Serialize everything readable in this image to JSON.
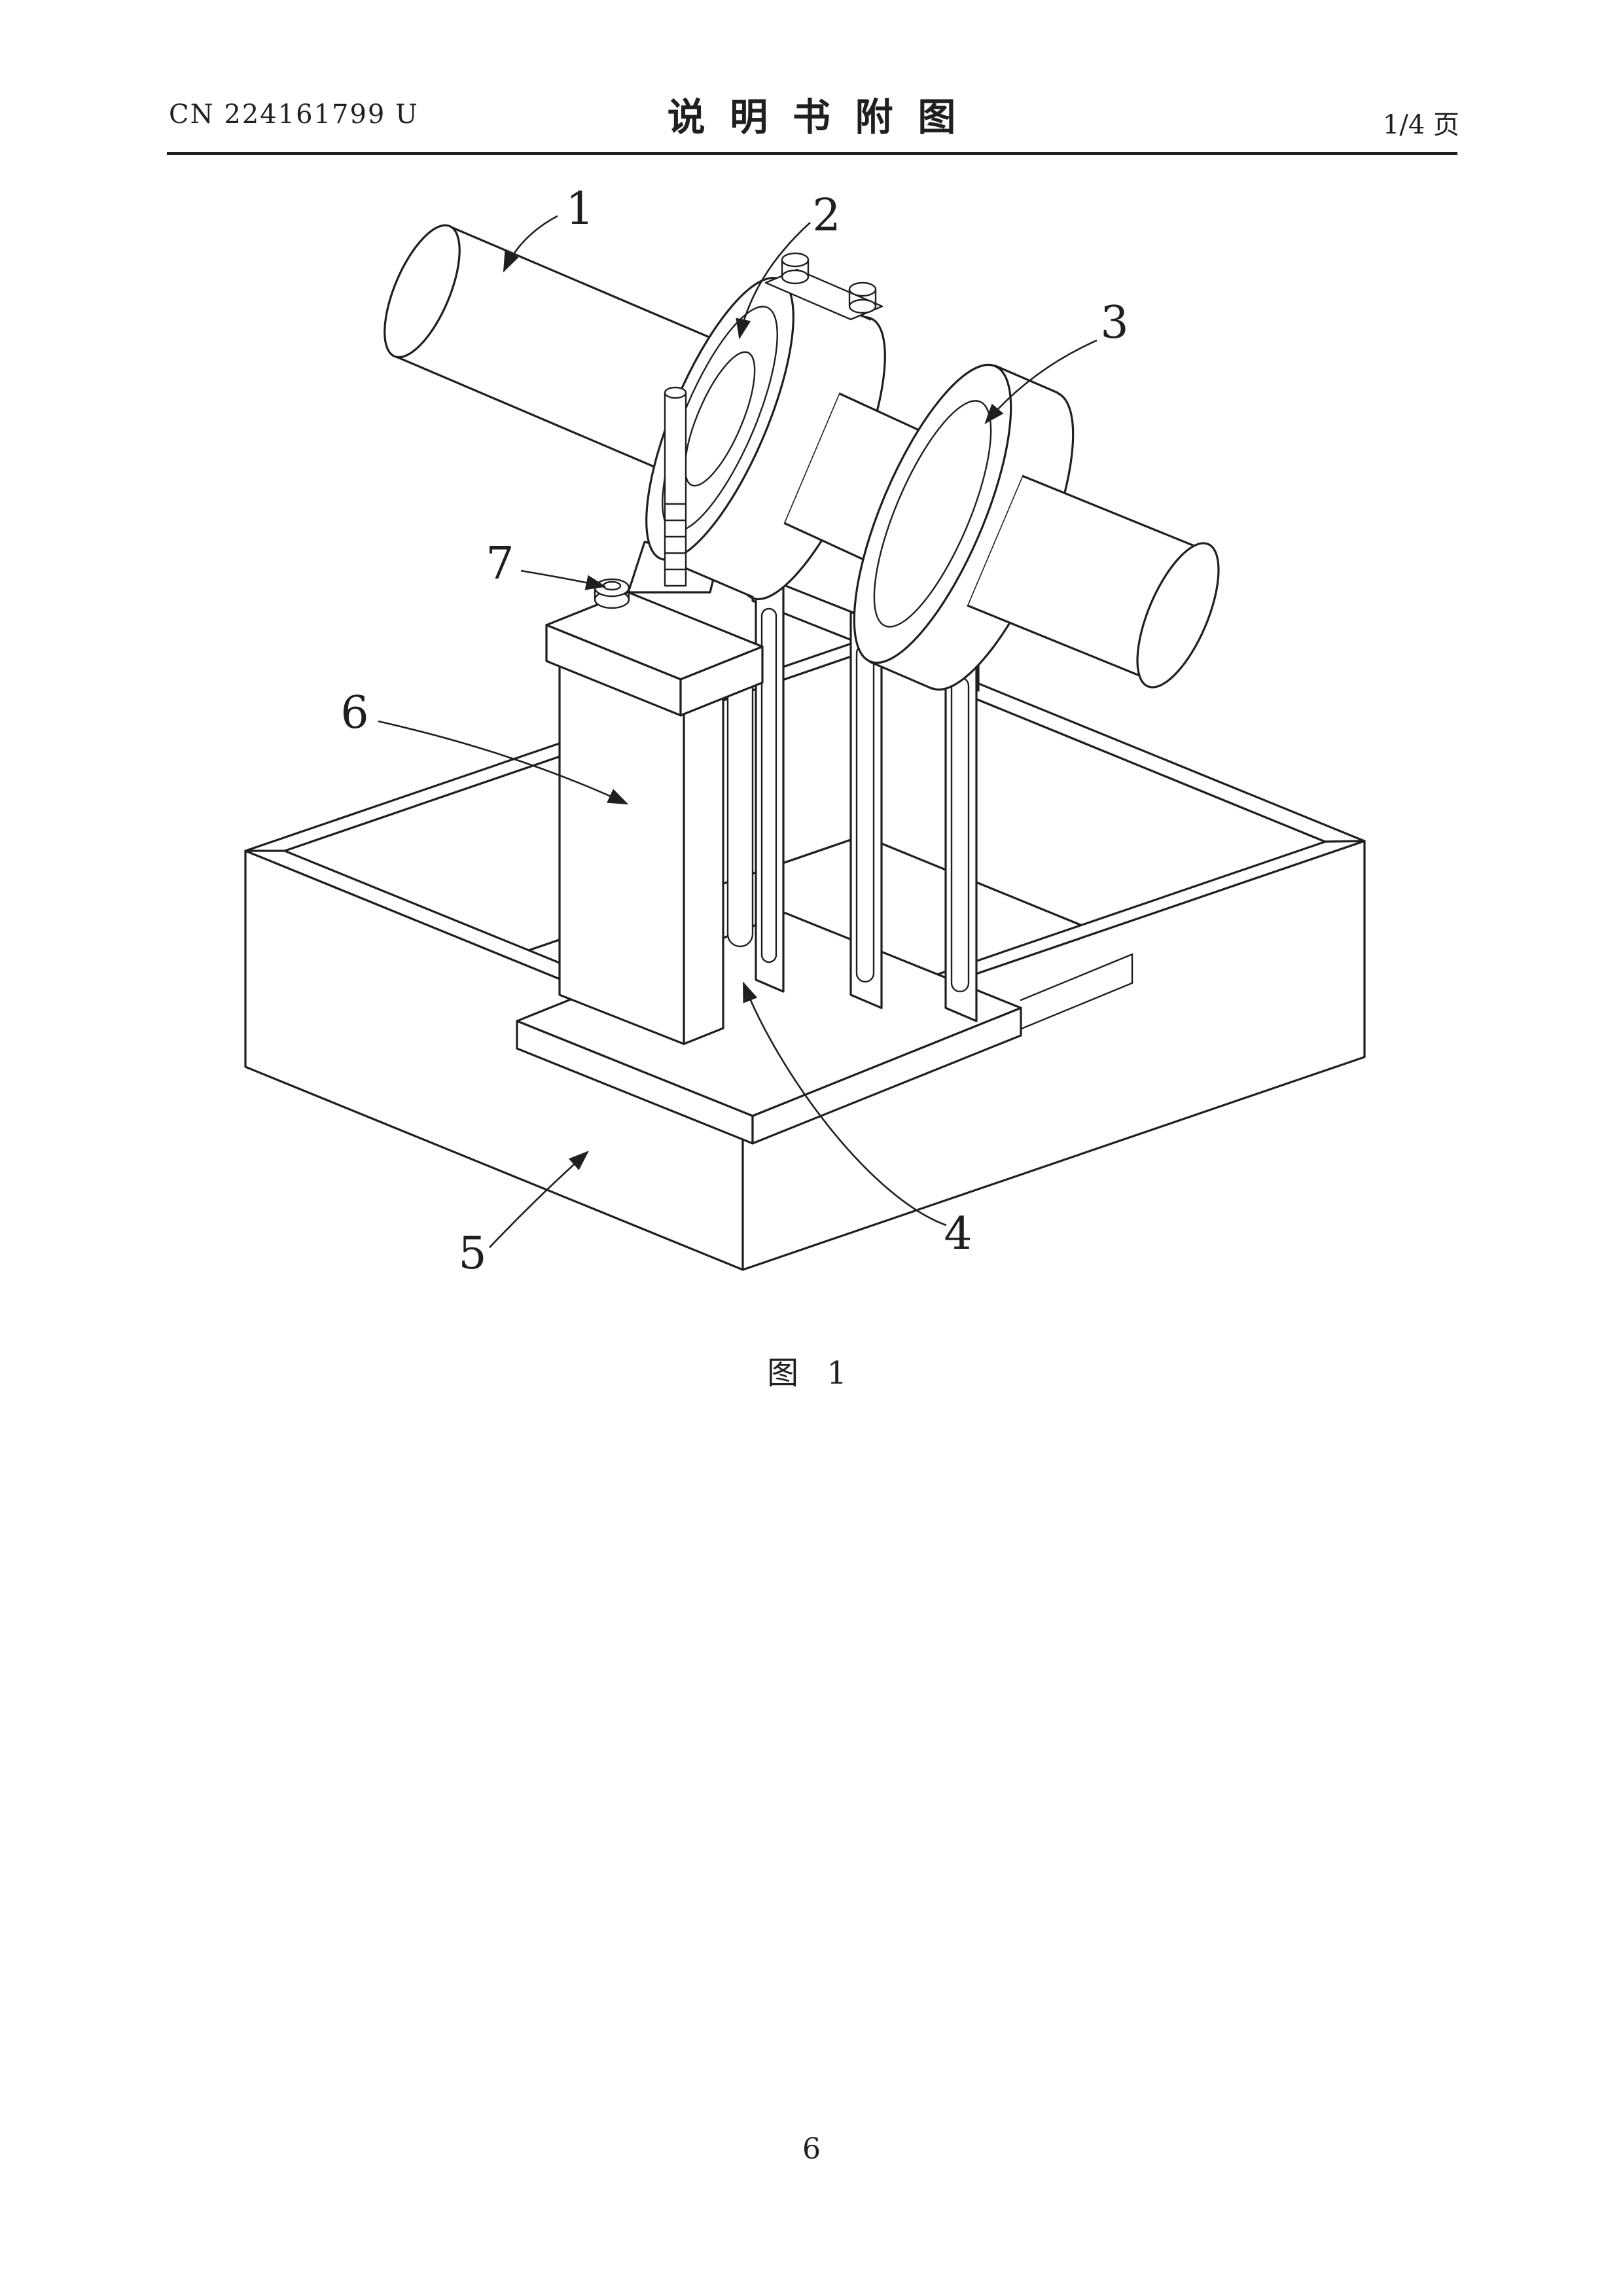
{
  "page": {
    "background": "#ffffff",
    "ink": "#1f1f1f"
  },
  "header": {
    "doc_number": "CN 224161799 U",
    "title": "说明书附图",
    "page_indicator": "1/4 页"
  },
  "figure": {
    "caption": "图 1",
    "labels": {
      "ref1": "1",
      "ref2": "2",
      "ref3": "3",
      "ref4": "4",
      "ref5": "5",
      "ref6": "6",
      "ref7": "7"
    }
  },
  "footer": {
    "page_number": "6"
  }
}
